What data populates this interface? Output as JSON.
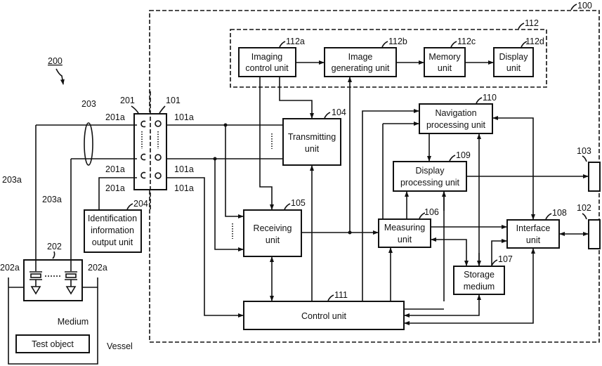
{
  "figure": {
    "system_ref": "100",
    "probe_ref": "200",
    "group_112": {
      "ref": "112",
      "blocks": [
        {
          "id": "112a",
          "ref": "112a",
          "line1": "Imaging",
          "line2": "control unit"
        },
        {
          "id": "112b",
          "ref": "112b",
          "line1": "Image",
          "line2": "generating unit"
        },
        {
          "id": "112c",
          "ref": "112c",
          "line1": "Memory",
          "line2": "unit"
        },
        {
          "id": "112d",
          "ref": "112d",
          "line1": "Display",
          "line2": "unit"
        }
      ]
    },
    "blocks": {
      "transmitting": {
        "ref": "104",
        "line1": "Transmitting",
        "line2": "unit"
      },
      "receiving": {
        "ref": "105",
        "line1": "Receiving",
        "line2": "unit"
      },
      "measuring": {
        "ref": "106",
        "line1": "Measuring",
        "line2": "unit"
      },
      "storage": {
        "ref": "107",
        "line1": "Storage",
        "line2": "medium"
      },
      "interface": {
        "ref": "108",
        "line1": "Interface",
        "line2": "unit"
      },
      "display_processing": {
        "ref": "109",
        "line1": "Display",
        "line2": "processing unit"
      },
      "navigation": {
        "ref": "110",
        "line1": "Navigation",
        "line2": "processing unit"
      },
      "control": {
        "ref": "111",
        "line1": "Control unit"
      },
      "identification": {
        "ref": "204",
        "line1": "Identification",
        "line2": "information",
        "line3": "output unit"
      }
    },
    "external": {
      "ref_103": "103",
      "ref_102": "102"
    },
    "connector": {
      "probe_side_ref": "201",
      "probe_pin_ref": "201a",
      "body_side_ref": "101",
      "body_pin_ref": "101a",
      "cable_ref": "203",
      "wire_ref": "203a"
    },
    "probe_head": {
      "ref": "202",
      "element_ref": "202a"
    },
    "vessel": {
      "medium_label": "Medium",
      "object_label": "Test object",
      "vessel_label": "Vessel"
    }
  }
}
